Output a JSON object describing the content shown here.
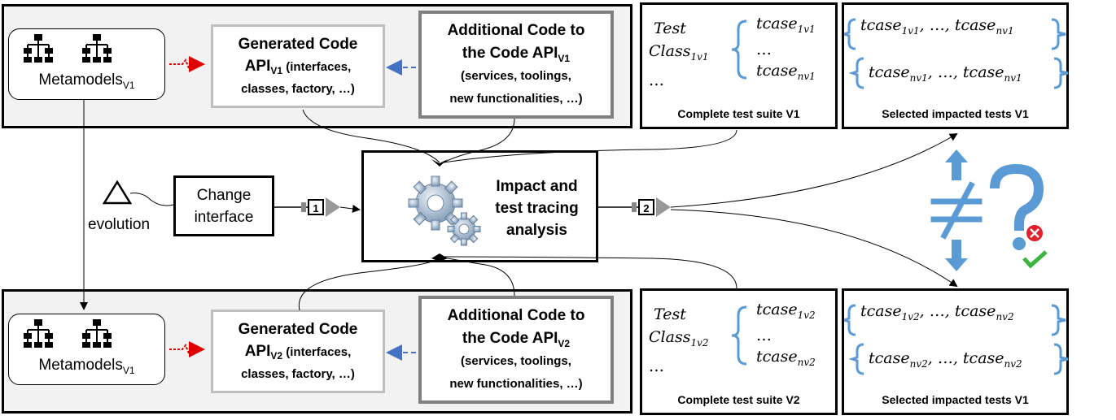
{
  "v1": {
    "metamodels": "Metamodels",
    "metamodels_sub": "V1",
    "generated_line1": "Generated Code",
    "generated_api": "API",
    "generated_api_sub": "V1",
    "generated_rest1": " (interfaces,",
    "generated_line3": "classes, factory, …)",
    "additional_line1": "Additional  Code to",
    "additional_line2": "the Code API",
    "additional_line2_sub": "V1",
    "additional_line3": "(services, toolings,",
    "additional_line4": "new functionalities, …)",
    "test_word": "Test",
    "class_word": "Class",
    "class_sub": "1v1",
    "dots": "…",
    "tcase": "tcase",
    "tcase1_sub": "1v1",
    "tcasen_sub": "nv1",
    "suite_caption": "Complete test suite V1",
    "sel_row1": "tcase",
    "sel_row1_sub_a": "1v1",
    "sel_row1_mid": ", …, tcase",
    "sel_row1_sub_b": "nv1",
    "sel_row2_sub_a": "nv1",
    "sel_row2_sub_b": "nv1",
    "selected_caption": "Selected impacted tests V1"
  },
  "v2": {
    "metamodels": "Metamodels",
    "metamodels_sub": "V1",
    "generated_line1": "Generated Code",
    "generated_api": "API",
    "generated_api_sub": "V2",
    "generated_rest1": " (interfaces,",
    "generated_line3": "classes, factory, …)",
    "additional_line1": "Additional  Code to",
    "additional_line2": "the Code API",
    "additional_line2_sub": "V2",
    "additional_line3": "(services, toolings,",
    "additional_line4": "new functionalities, …)",
    "test_word": "Test",
    "class_word": "Class",
    "class_sub": "1v2",
    "dots": "…",
    "tcase": "tcase",
    "tcase1_sub": "1v2",
    "tcasen_sub": "nv2",
    "suite_caption": "Complete test suite V2",
    "sel_row1": "tcase",
    "sel_row1_sub_a": "1v2",
    "sel_row1_mid": ", …, tcase",
    "sel_row1_sub_b": "nv2",
    "sel_row2_sub_a": "nv2",
    "sel_row2_sub_b": "nv2",
    "selected_caption": "Selected impacted tests V1"
  },
  "middle": {
    "evolution": "evolution",
    "change_line1": "Change",
    "change_line2": "interface",
    "step1": "1",
    "step2": "2",
    "analysis_line1": "Impact and",
    "analysis_line2": "test tracing",
    "analysis_line3": "analysis"
  },
  "colors": {
    "red_arrow": "#e00000",
    "blue_arrow": "#4472c4",
    "bracket_blue": "#5b9bd5",
    "check_green": "#3cb43c",
    "cross_red": "#e0212d",
    "gear": "#a9bfd6"
  },
  "icons": [
    "hierarchy-icon",
    "gear-icon",
    "not-equal-icon",
    "question-icon",
    "cross-icon",
    "check-icon",
    "triangle-icon"
  ]
}
